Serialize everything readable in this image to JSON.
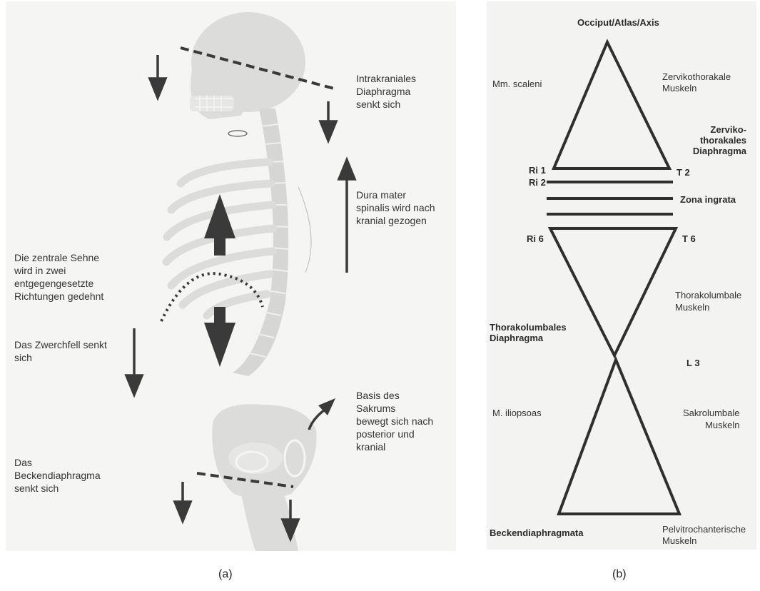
{
  "panel_a": {
    "labels": {
      "intracranial": "Intrakraniales\nDiaphragma\nsenkt sich",
      "dura": "Dura mater\nspinalis wird nach\nkranial gezogen",
      "tendon": "Die zentrale Sehne\nwird in zwei\nentgegengesetzte\nRichtungen gedehnt",
      "zwerchfell": "Das Zwerchfell senkt\nsich",
      "sakrum": "Basis des\nSakrums\nbewegt sich nach\nposterior und\nkranial",
      "becken": "Das\nBeckendiaphragma\nsenkt sich"
    }
  },
  "panel_b": {
    "labels": {
      "occiput": "Occiput/Atlas/Axis",
      "scaleni": "Mm. scaleni",
      "zervikothorakale": "Zervikothorakale\nMuskeln",
      "zerviko_diaphragma": "Zerviko-\nthorakales\nDiaphragma",
      "ri1": "Ri 1",
      "t2": "T 2",
      "ri2": "Ri 2",
      "zona": "Zona ingrata",
      "ri6": "Ri 6",
      "t6": "T 6",
      "thorakolumbale_muskeln": "Thorakolumbale\nMuskeln",
      "thorakolumbales_diaphragma": "Thorakolumbales\nDiaphragma",
      "l3": "L 3",
      "iliopsoas": "M. iliopsoas",
      "sakrolumbale": "Sakrolumbale\nMuskeln",
      "beckendiaphragmata": "Beckendiaphragmata",
      "pelvitrochanterische": "Pelvitrochanterische\nMuskeln"
    }
  },
  "captions": {
    "a": "(a)",
    "b": "(b)"
  }
}
